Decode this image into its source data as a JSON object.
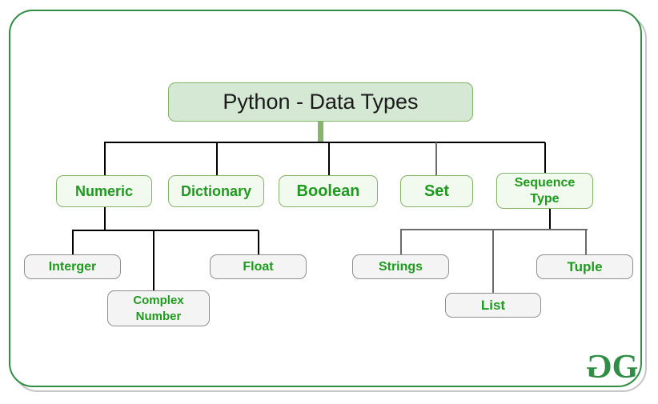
{
  "diagram": {
    "title": "Python - Data Types"
  },
  "tree": {
    "root": {
      "label": "Python - Data Types"
    },
    "level2": [
      {
        "label": "Numeric"
      },
      {
        "label": "Dictionary"
      },
      {
        "label": "Boolean"
      },
      {
        "label": "Set"
      },
      {
        "label": "Sequence Type"
      }
    ],
    "numeric_children": [
      {
        "label": "Interger"
      },
      {
        "label": "Complex Number"
      },
      {
        "label": "Float"
      }
    ],
    "sequence_children": [
      {
        "label": "Strings"
      },
      {
        "label": "List"
      },
      {
        "label": "Tuple"
      }
    ]
  },
  "logo": {
    "g1": "G",
    "g2": "G"
  },
  "colors": {
    "frame_green": "#2f8d46",
    "frame_gray": "#c6c6c6",
    "root_fill": "#d5e8d4",
    "root_border": "#82b366",
    "level2_fill": "#f2f9ee",
    "level2_border": "#82b366",
    "level3_fill": "#f4f4f4",
    "level3_border": "#8e8e8e",
    "node_text_green": "#1f9a1f",
    "connector_black": "#000000",
    "connector_gray": "#6b6b6b",
    "stem_green": "#88b56e",
    "logo_green": "#2f8d46"
  }
}
